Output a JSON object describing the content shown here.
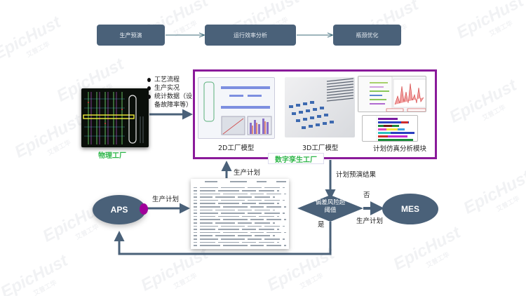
{
  "top_flow": {
    "steps": [
      "生产预演",
      "运行效率分析",
      "瓶颈优化"
    ]
  },
  "physical_factory": {
    "label": "物理工厂",
    "inputs": [
      "工艺流程",
      "生产实况",
      "统计数据（设备故障率等）"
    ]
  },
  "digital_twin": {
    "label": "数字孪生工厂",
    "border_color": "#8a1a9a",
    "modules": [
      {
        "name": "2D工厂模型"
      },
      {
        "name": "3D工厂模型"
      },
      {
        "name": "计划仿真分析模块"
      }
    ]
  },
  "nodes": {
    "aps": "APS",
    "mes": "MES",
    "decision": "偏差风险超阈值"
  },
  "edge_labels": {
    "aps_to_table": "生产计划",
    "table_to_twin": "生产计划",
    "twin_to_decision": "计划预演结果",
    "decision_no": "否",
    "decision_yes": "是",
    "decision_to_mes": "生产计划"
  },
  "watermark": {
    "brand": "EpicHust",
    "sub": "艾普工华"
  },
  "colors": {
    "node_fill": "#4a6179",
    "accent_green": "#2fb64a",
    "aps_port": "#a0009a"
  }
}
